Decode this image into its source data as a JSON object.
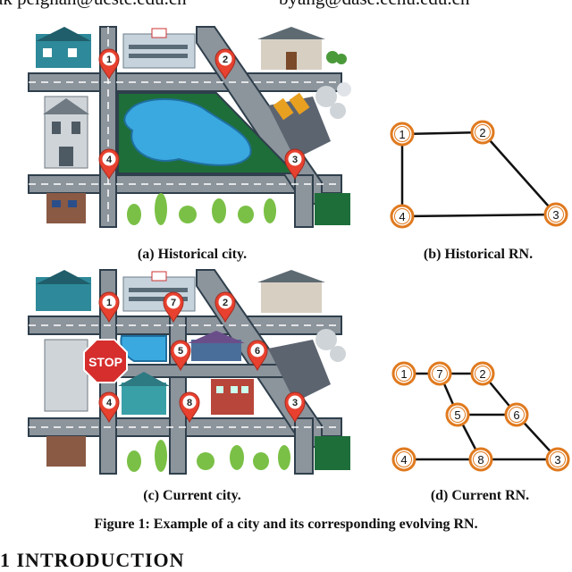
{
  "header": {
    "emails": [
      "ak peignan@ucstc.edu.cn",
      "byang@dase.ecnu.edu.cn"
    ]
  },
  "figure": {
    "panels": [
      {
        "id": "a",
        "caption": "(a) Historical city."
      },
      {
        "id": "b",
        "caption": "(b) Historical RN."
      },
      {
        "id": "c",
        "caption": "(c) Current city."
      },
      {
        "id": "d",
        "caption": "(d) Current RN."
      }
    ],
    "caption": "Figure 1: Example of a city and its corresponding evolving RN.",
    "stop_sign": "STOP",
    "historical_city_pins": [
      "1",
      "2",
      "3",
      "4"
    ],
    "current_city_pins": [
      "1",
      "7",
      "2",
      "5",
      "6",
      "4",
      "8",
      "3"
    ],
    "historical_rn": {
      "nodes": [
        "1",
        "2",
        "3",
        "4"
      ],
      "edges": [
        [
          "1",
          "2"
        ],
        [
          "2",
          "3"
        ],
        [
          "3",
          "4"
        ],
        [
          "4",
          "1"
        ]
      ]
    },
    "current_rn": {
      "nodes": [
        "1",
        "7",
        "2",
        "5",
        "6",
        "4",
        "8",
        "3"
      ],
      "edges": [
        [
          "1",
          "7"
        ],
        [
          "7",
          "2"
        ],
        [
          "7",
          "5"
        ],
        [
          "5",
          "6"
        ],
        [
          "2",
          "6"
        ],
        [
          "5",
          "8"
        ],
        [
          "6",
          "3"
        ],
        [
          "4",
          "8"
        ],
        [
          "8",
          "3"
        ]
      ]
    },
    "colors": {
      "road": "#8c949c",
      "road_edge": "#2f3f4c",
      "lake": "#3aa9e0",
      "park": "#1e6e3a",
      "pin": "#e8412f",
      "node_ring": "#e07a1f"
    }
  },
  "section": {
    "heading": "1   INTRODUCTION"
  }
}
